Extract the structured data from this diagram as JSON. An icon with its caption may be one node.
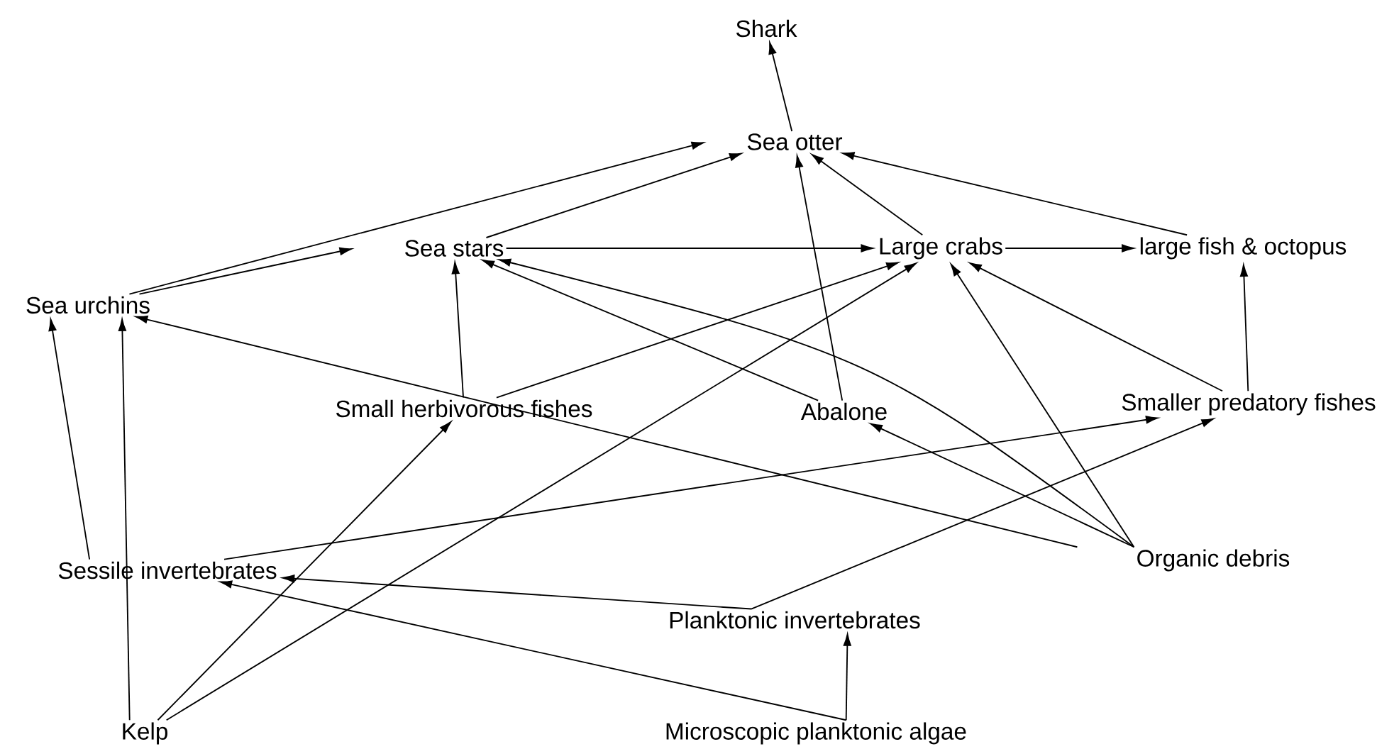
{
  "diagram": {
    "nodes": [
      {
        "text": [
          "Shark"
        ]
      },
      {
        "text": [
          "Sea otter"
        ]
      },
      {
        "text": [
          "Sea stars"
        ]
      },
      {
        "text": [
          "Large crabs"
        ]
      },
      {
        "text": [
          "large fish & octopus"
        ]
      },
      {
        "text": [
          "Sea urchins"
        ]
      },
      {
        "text": [
          "Small herbivorous fishes"
        ]
      },
      {
        "text": [
          "Abalone"
        ]
      },
      {
        "text": [
          "Smaller predatory fishes"
        ]
      },
      {
        "text": [
          "Sessile invertebrates"
        ]
      },
      {
        "text": [
          "Organic debris"
        ]
      },
      {
        "text": [
          "Planktonic invertebrates"
        ]
      },
      {
        "text": [
          "Kelp"
        ]
      },
      {
        "text": [
          "Microscopic planktonic algae"
        ]
      }
    ],
    "edges": [
      {
        "from": 1,
        "to": 0,
        "arrow": "to"
      },
      {
        "from": 5,
        "to": 1,
        "arrow": "to"
      },
      {
        "from": 5,
        "to": 2,
        "arrow": "to"
      },
      {
        "from": 2,
        "to": 1,
        "arrow": "to"
      },
      {
        "from": 2,
        "to": 3,
        "arrow": "to"
      },
      {
        "from": 7,
        "to": 1,
        "arrow": "to"
      },
      {
        "from": 3,
        "to": 1,
        "arrow": "to"
      },
      {
        "from": 4,
        "to": 1,
        "arrow": "to"
      },
      {
        "from": 3,
        "to": 4,
        "arrow": "to"
      },
      {
        "from": 6,
        "to": 2,
        "arrow": "to"
      },
      {
        "from": 6,
        "to": 3,
        "arrow": "to"
      },
      {
        "from": 7,
        "to": 2,
        "arrow": "to"
      },
      {
        "from": 10,
        "to": 2,
        "arrow": "to"
      },
      {
        "from": 10,
        "to": 3,
        "arrow": "to"
      },
      {
        "from": 8,
        "to": 3,
        "arrow": "to"
      },
      {
        "from": 8,
        "to": 4,
        "arrow": "to"
      },
      {
        "from": 10,
        "to": 5,
        "arrow": "to"
      },
      {
        "from": 10,
        "to": 7,
        "arrow": "to"
      },
      {
        "from": 12,
        "to": 5,
        "arrow": "to"
      },
      {
        "from": 9,
        "to": 5,
        "arrow": "to"
      },
      {
        "from": 12,
        "to": 6,
        "arrow": "to"
      },
      {
        "from": 12,
        "to": 3,
        "arrow": "to"
      },
      {
        "from": 9,
        "to": 8,
        "arrow": "to"
      },
      {
        "from": 11,
        "to": 9,
        "arrow": "to"
      },
      {
        "from": 11,
        "to": 8,
        "arrow": "to"
      },
      {
        "from": 13,
        "to": 11,
        "arrow": "to"
      },
      {
        "from": 13,
        "to": 9,
        "arrow": "to"
      }
    ]
  }
}
